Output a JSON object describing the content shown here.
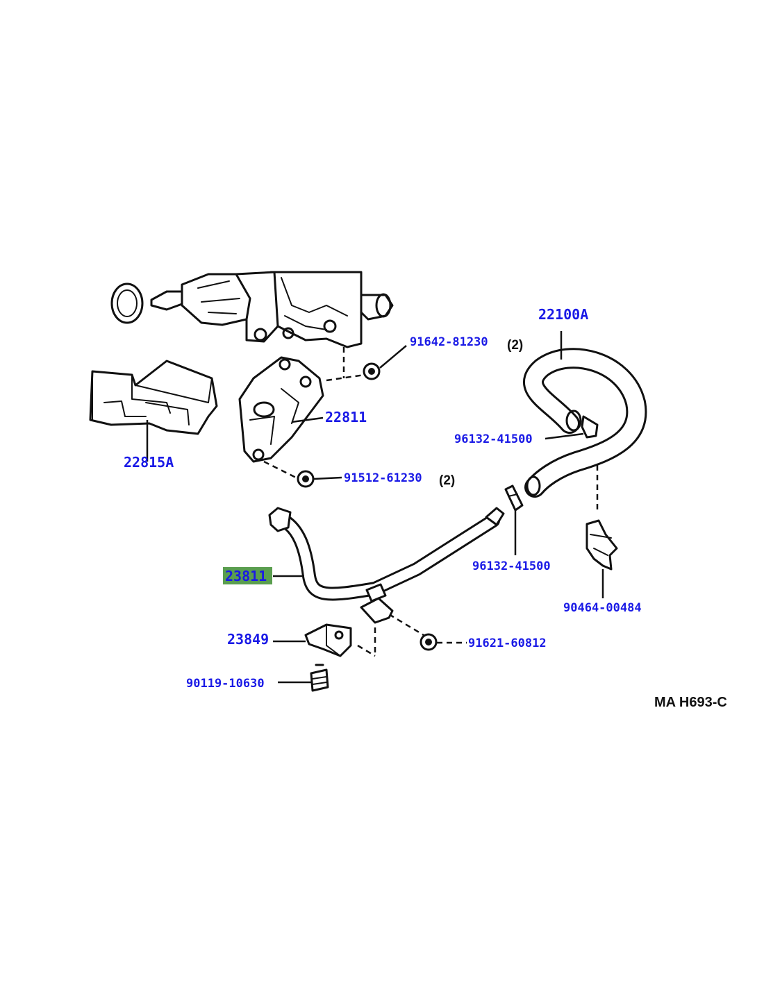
{
  "colors": {
    "label": "#1a1ae6",
    "ink": "#111111",
    "highlight": "#5a9e4f",
    "highlight_text": "#1a1ae6"
  },
  "labels": {
    "p22100A": "22100A",
    "p91642": "91642-81230",
    "qty1": "(2)",
    "p22811": "22811",
    "p22815A": "22815A",
    "p96132a": "96132-41500",
    "p91512": "91512-61230",
    "qty2": "(2)",
    "p23811": "23811",
    "p96132b": "96132-41500",
    "p90464": "90464-00484",
    "p23849": "23849",
    "p91621": "91621-60812",
    "p90119": "90119-10630"
  },
  "diagram_code": "MA  H693-C",
  "highlighted_part": "23811"
}
